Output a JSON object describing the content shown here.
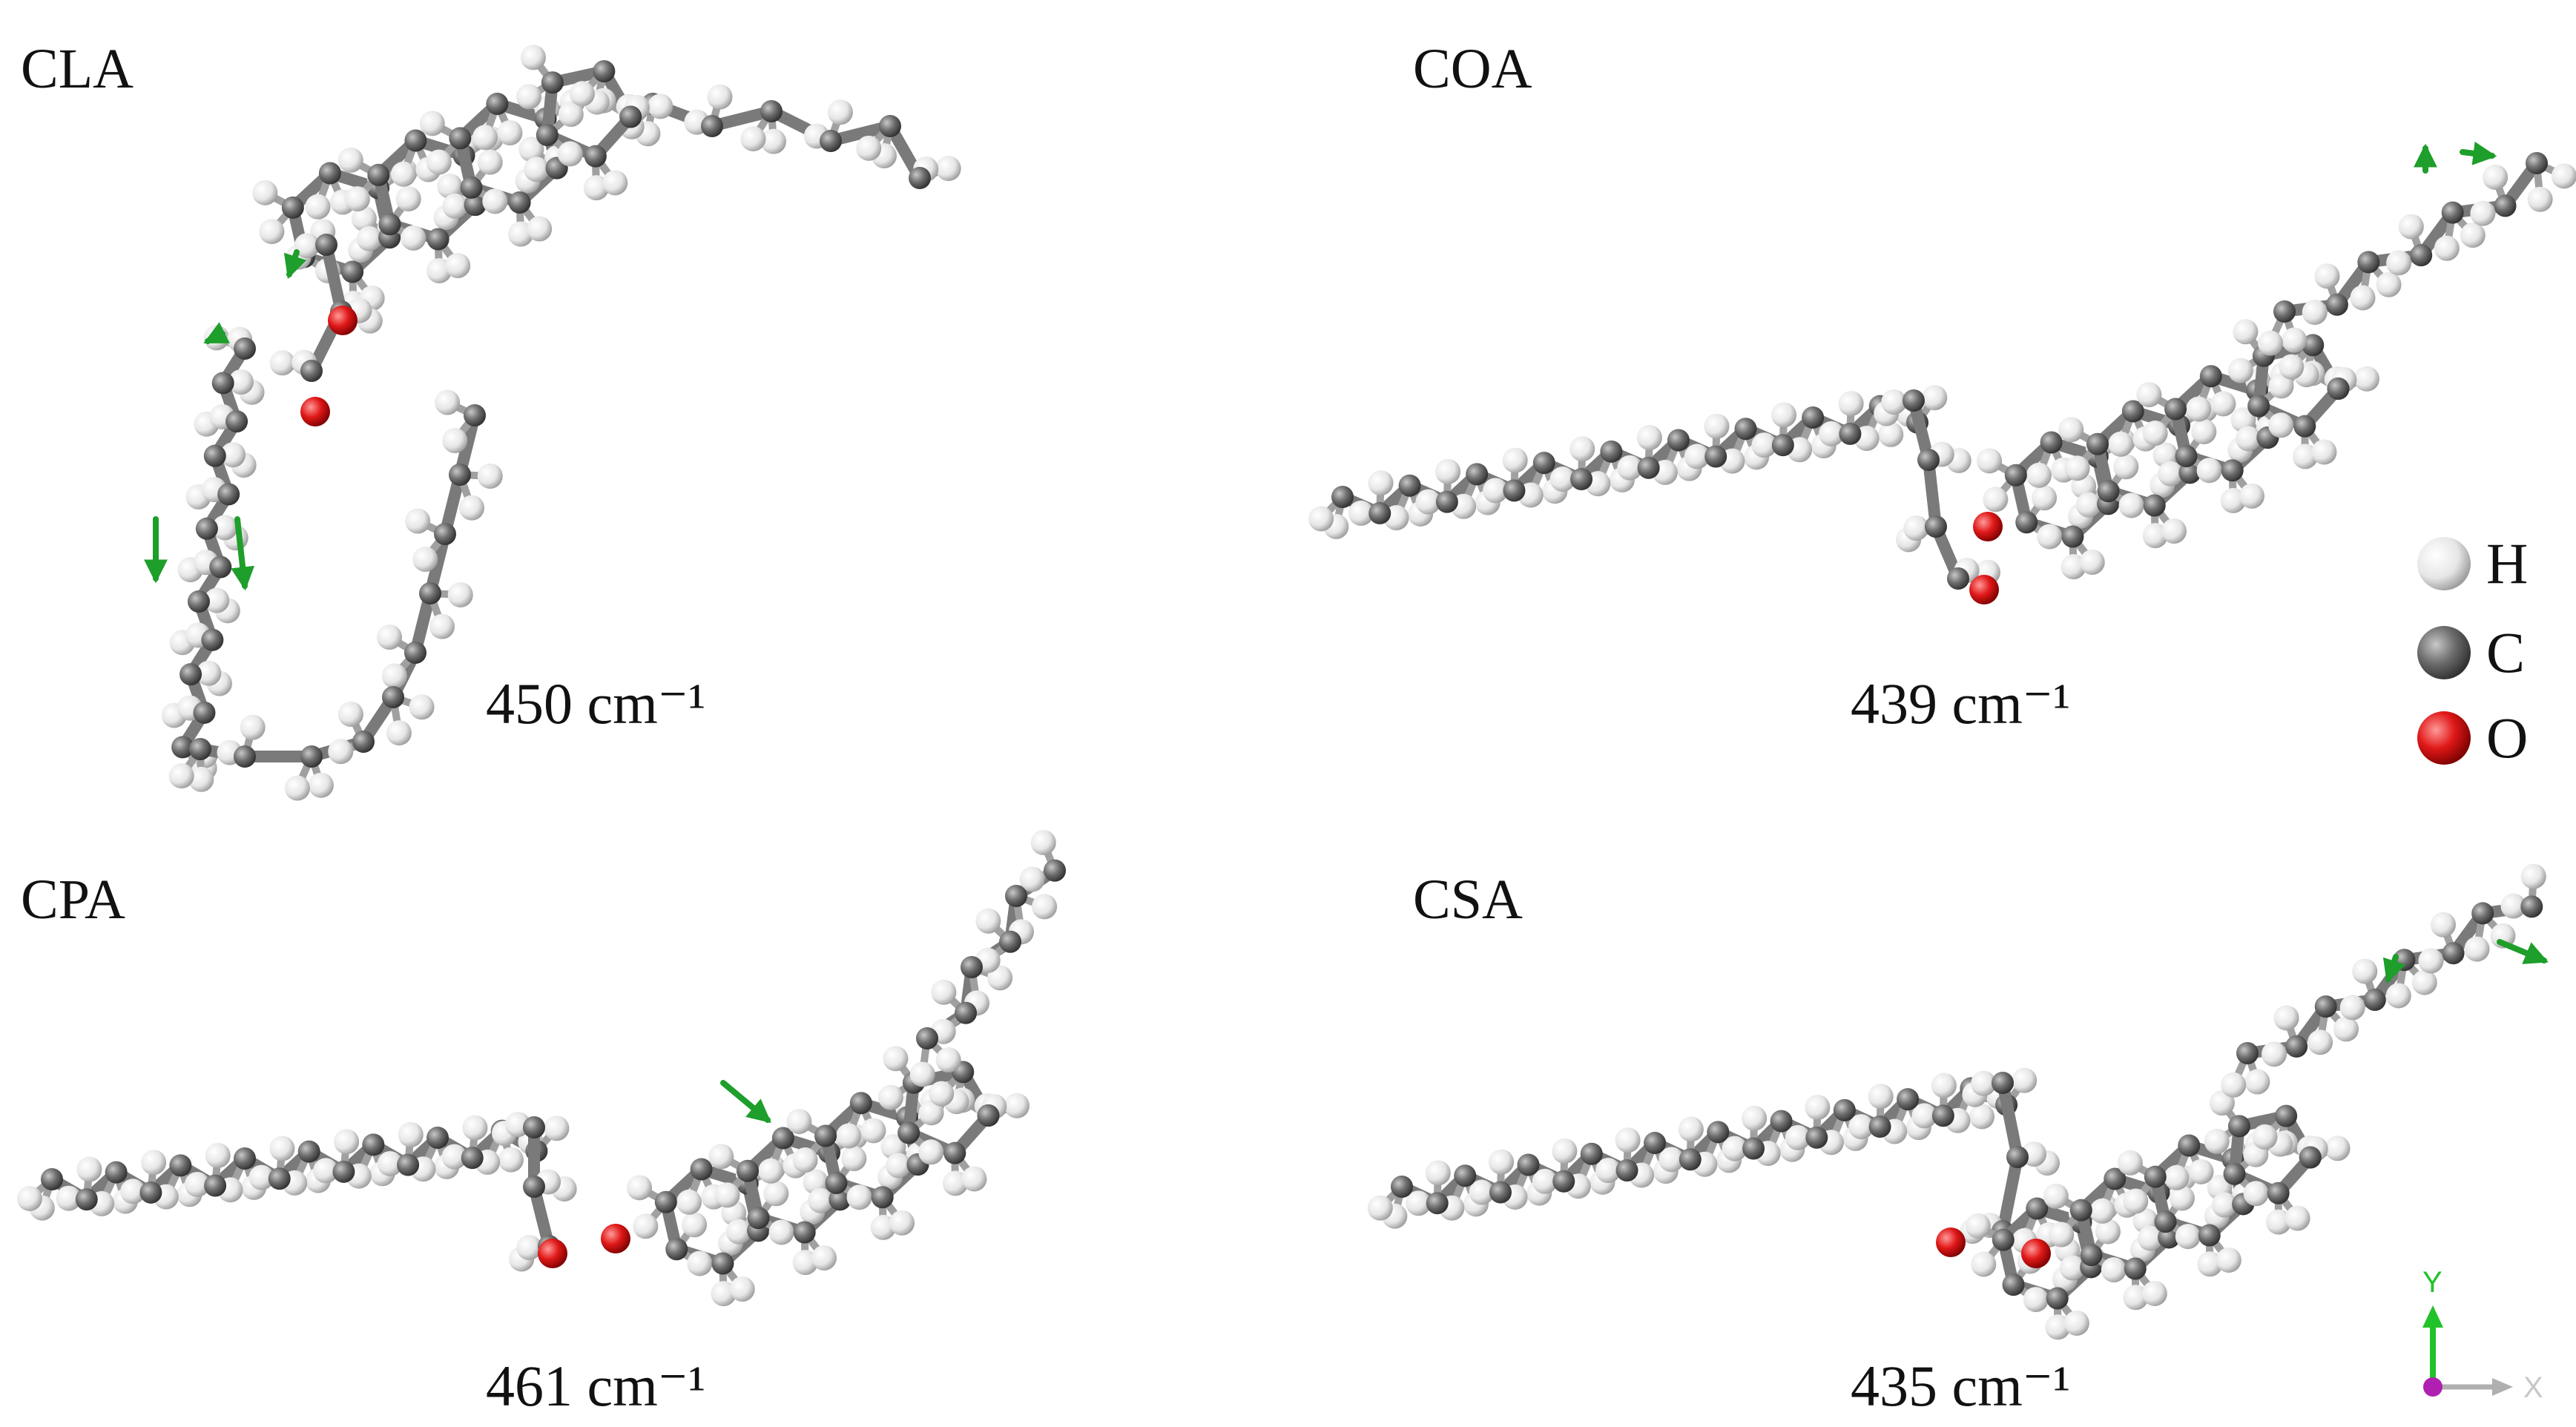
{
  "panels": [
    {
      "id": "cla",
      "label": "CLA",
      "frequency": "450 cm⁻¹"
    },
    {
      "id": "coa",
      "label": "COA",
      "frequency": "439 cm⁻¹"
    },
    {
      "id": "cpa",
      "label": "CPA",
      "frequency": "461 cm⁻¹"
    },
    {
      "id": "csa",
      "label": "CSA",
      "frequency": "435 cm⁻¹"
    }
  ],
  "legend": [
    {
      "symbol": "H",
      "color": "#e8e8e8"
    },
    {
      "symbol": "C",
      "color": "#6e6e6e"
    },
    {
      "symbol": "O",
      "color": "#e01818"
    }
  ],
  "axes": {
    "y_label": "Y",
    "x_label": "X",
    "y_color": "#22c22a",
    "x_color": "#b0b0b0",
    "z_color": "#b020b0"
  },
  "colors": {
    "vibration_vector": "#1e9e2a"
  },
  "icons": [
    "axis-triad-icon"
  ]
}
